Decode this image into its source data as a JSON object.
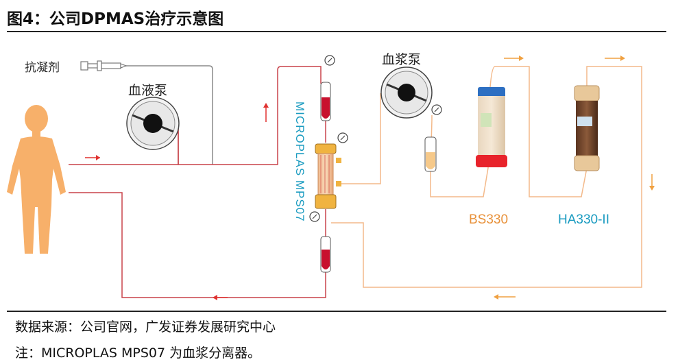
{
  "title": "图4：公司DPMAS治疗示意图",
  "labels": {
    "anticoagulant": "抗凝剂",
    "blood_pump": "血液泵",
    "plasma_pump": "血浆泵",
    "separator": "MICROPLAS MPS07",
    "bs330": "BS330",
    "ha330": "HA330-II"
  },
  "footer": {
    "source": "数据来源：公司官网，广发证券发展研究中心",
    "note": "注：MICROPLAS MPS07 为血浆分离器。"
  },
  "colors": {
    "blood_line": "#c8424a",
    "plasma_line": "#f3b98a",
    "gray_line": "#8a8a8a",
    "body": "#f7b06a",
    "separator_text": "#1a9bc0",
    "bs330_text": "#e8913a",
    "ha330_text": "#1a9bc0",
    "arrow": "#e0312f",
    "arrow_plasma": "#f0a040"
  }
}
